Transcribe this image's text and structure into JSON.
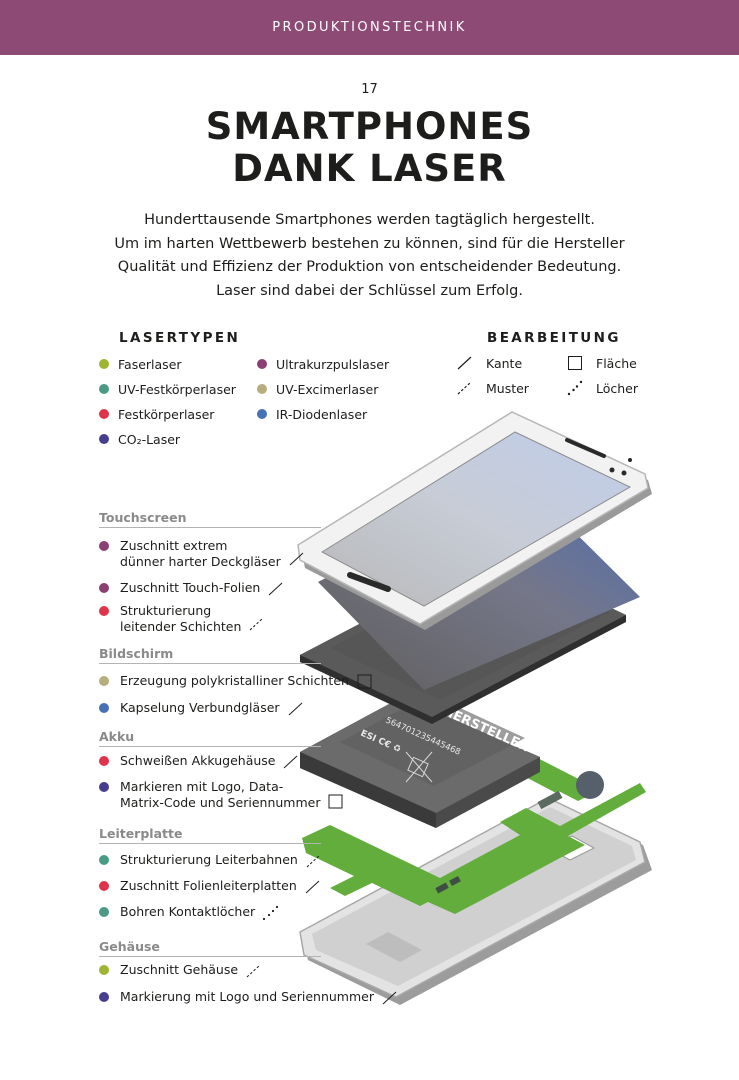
{
  "header": {
    "label": "PRODUKTIONSTECHNIK"
  },
  "page": {
    "number": "17"
  },
  "title": {
    "line1": "SMARTPHONES",
    "line2": "DANK LASER"
  },
  "intro": {
    "line1": "Hunderttausende Smartphones werden tagtäglich hergestellt.",
    "line2": "Um im harten Wettbewerb bestehen zu können, sind für die Hersteller",
    "line3": "Qualität und Effizienz der Produktion von entscheidender Bedeutung.",
    "line4": "Laser sind dabei der Schlüssel zum Erfolg."
  },
  "colors": {
    "faser": "#9fb531",
    "uvfest": "#4a9a84",
    "fest": "#e0344c",
    "co2": "#463d8e",
    "ultra": "#8c3f72",
    "excimer": "#b8ad7d",
    "ir": "#4671b4",
    "pcb": "#63ad3d"
  },
  "lasertypen": {
    "heading": "LASERTYPEN",
    "items": [
      {
        "label": "Faserlaser",
        "color": "#9fb531"
      },
      {
        "label": "UV-Festkörperlaser",
        "color": "#4a9a84"
      },
      {
        "label": "Festkörperlaser",
        "color": "#e0344c"
      },
      {
        "label": "CO₂-Laser",
        "color": "#463d8e"
      },
      {
        "label": "Ultrakurzpulslaser",
        "color": "#8c3f72"
      },
      {
        "label": "UV-Excimerlaser",
        "color": "#b8ad7d"
      },
      {
        "label": "IR-Diodenlaser",
        "color": "#4671b4"
      }
    ]
  },
  "bearbeitung": {
    "heading": "BEARBEITUNG",
    "items": [
      {
        "label": "Kante",
        "icon": "kante-icon"
      },
      {
        "label": "Fläche",
        "icon": "flaeche-icon"
      },
      {
        "label": "Muster",
        "icon": "muster-icon"
      },
      {
        "label": "Löcher",
        "icon": "loecher-icon"
      }
    ]
  },
  "categories": [
    {
      "title": "Touchscreen",
      "items": [
        {
          "text": "Zuschnitt extrem\ndünner harter Deckgläser",
          "color": "#8c3f72",
          "icon": "kante-icon"
        },
        {
          "text": "Zuschnitt Touch-Folien",
          "color": "#8c3f72",
          "icon": "kante-icon"
        },
        {
          "text": "Strukturierung\nleitender Schichten",
          "color": "#e0344c",
          "icon": "muster-icon"
        }
      ]
    },
    {
      "title": "Bildschirm",
      "items": [
        {
          "text": "Erzeugung polykristalliner Schichten",
          "color": "#b8ad7d",
          "icon": "flaeche-icon"
        },
        {
          "text": "Kapselung Verbundgläser",
          "color": "#4671b4",
          "icon": "kante-icon"
        }
      ]
    },
    {
      "title": "Akku",
      "items": [
        {
          "text": "Schweißen Akkugehäuse",
          "color": "#e0344c",
          "icon": "kante-icon"
        },
        {
          "text": "Markieren mit Logo, Data-\nMatrix-Code und Seriennummer",
          "color": "#463d8e",
          "icon": "flaeche-icon"
        }
      ]
    },
    {
      "title": "Leiterplatte",
      "items": [
        {
          "text": "Strukturierung Leiterbahnen",
          "color": "#4a9a84",
          "icon": "muster-icon"
        },
        {
          "text": "Zuschnitt Folienleiterplatten",
          "color": "#e0344c",
          "icon": "kante-icon"
        },
        {
          "text": "Bohren Kontaktlöcher",
          "color": "#4a9a84",
          "icon": "loecher-icon"
        }
      ]
    },
    {
      "title": "Gehäuse",
      "items": [
        {
          "text": "Zuschnitt Gehäuse",
          "color": "#9fb531",
          "icon": "muster-icon"
        },
        {
          "text": "Markierung mit Logo und Seriennummer",
          "color": "#463d8e",
          "icon": "kante-icon"
        }
      ]
    }
  ],
  "battery": {
    "label": "HERSTELLER",
    "serial": "564701235445468"
  }
}
